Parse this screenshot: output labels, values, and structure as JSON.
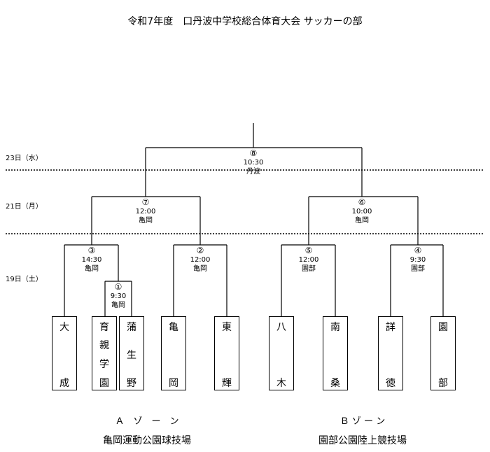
{
  "title": "令和7年度　口丹波中学校総合体育大会 サッカーの部",
  "days": {
    "d23": "23日（水）",
    "d21": "21日（月）",
    "d19": "19日（土）"
  },
  "matches": {
    "m8": {
      "no": "⑧",
      "time": "10:30",
      "place": "丹波"
    },
    "m7": {
      "no": "⑦",
      "time": "12:00",
      "place": "亀岡"
    },
    "m6": {
      "no": "⑥",
      "time": "10:00",
      "place": "亀岡"
    },
    "m3": {
      "no": "③",
      "time": "14:30",
      "place": "亀岡"
    },
    "m2": {
      "no": "②",
      "time": "12:00",
      "place": "亀岡"
    },
    "m5": {
      "no": "⑤",
      "time": "12:00",
      "place": "園部"
    },
    "m4": {
      "no": "④",
      "time": "9:30",
      "place": "園部"
    },
    "m1": {
      "no": "①",
      "time": "9:30",
      "place": "亀岡"
    }
  },
  "teams": [
    {
      "chars": [
        "大",
        "成"
      ]
    },
    {
      "chars": [
        "育",
        "親",
        "学",
        "園"
      ]
    },
    {
      "chars": [
        "蒲",
        "生",
        "野"
      ]
    },
    {
      "chars": [
        "亀",
        "岡"
      ]
    },
    {
      "chars": [
        "東",
        "輝"
      ]
    },
    {
      "chars": [
        "八",
        "木"
      ]
    },
    {
      "chars": [
        "南",
        "桑"
      ]
    },
    {
      "chars": [
        "詳",
        "徳"
      ]
    },
    {
      "chars": [
        "園",
        "部"
      ]
    }
  ],
  "zones": {
    "a": {
      "label": "Ａ　ゾ　ー　ン",
      "venue": "亀岡運動公園球技場"
    },
    "b": {
      "label": "Ｂ ゾ ー ン",
      "venue": "園部公園陸上競技場"
    }
  }
}
